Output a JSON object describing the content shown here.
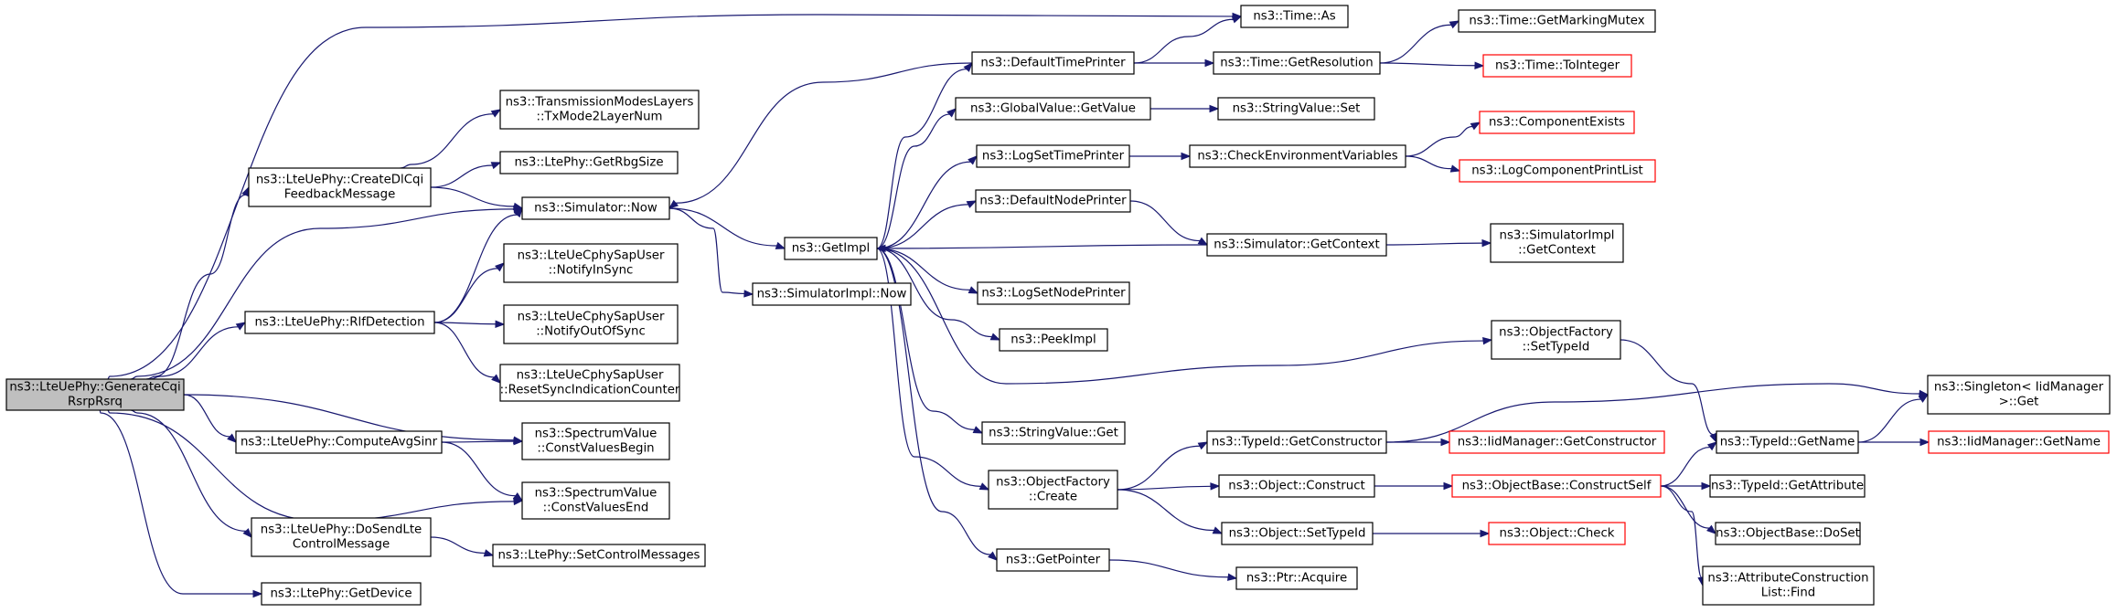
{
  "graph": {
    "nodes": [
      {
        "id": "root",
        "lines": [
          "ns3::LteUePhy::GenerateCqi",
          "RsrpRsrq"
        ],
        "style": "root"
      },
      {
        "id": "timeAs",
        "lines": [
          "ns3::Time::As"
        ],
        "style": "normal"
      },
      {
        "id": "txMode",
        "lines": [
          "ns3::TransmissionModesLayers",
          "::TxMode2LayerNum"
        ],
        "style": "normal"
      },
      {
        "id": "createDlCqi",
        "lines": [
          "ns3::LteUePhy::CreateDlCqi",
          "FeedbackMessage"
        ],
        "style": "normal"
      },
      {
        "id": "getRbgSize",
        "lines": [
          "ns3::LtePhy::GetRbgSize"
        ],
        "style": "normal"
      },
      {
        "id": "simNow",
        "lines": [
          "ns3::Simulator::Now"
        ],
        "style": "normal"
      },
      {
        "id": "notifyInSync",
        "lines": [
          "ns3::LteUeCphySapUser",
          "::NotifyInSync"
        ],
        "style": "normal"
      },
      {
        "id": "rlf",
        "lines": [
          "ns3::LteUePhy::RlfDetection"
        ],
        "style": "normal"
      },
      {
        "id": "notifyOutOfSync",
        "lines": [
          "ns3::LteUeCphySapUser",
          "::NotifyOutOfSync"
        ],
        "style": "normal"
      },
      {
        "id": "resetSync",
        "lines": [
          "ns3::LteUeCphySapUser",
          "::ResetSyncIndicationCounter"
        ],
        "style": "normal"
      },
      {
        "id": "computeAvg",
        "lines": [
          "ns3::LteUePhy::ComputeAvgSinr"
        ],
        "style": "normal"
      },
      {
        "id": "cvBegin",
        "lines": [
          "ns3::SpectrumValue",
          "::ConstValuesBegin"
        ],
        "style": "normal"
      },
      {
        "id": "cvEnd",
        "lines": [
          "ns3::SpectrumValue",
          "::ConstValuesEnd"
        ],
        "style": "normal"
      },
      {
        "id": "doSend",
        "lines": [
          "ns3::LteUePhy::DoSendLte",
          "ControlMessage"
        ],
        "style": "normal"
      },
      {
        "id": "setCtrl",
        "lines": [
          "ns3::LtePhy::SetControlMessages"
        ],
        "style": "normal"
      },
      {
        "id": "getDevice",
        "lines": [
          "ns3::LtePhy::GetDevice"
        ],
        "style": "normal"
      },
      {
        "id": "getImpl",
        "lines": [
          "ns3::GetImpl"
        ],
        "style": "normal"
      },
      {
        "id": "simImplNow",
        "lines": [
          "ns3::SimulatorImpl::Now"
        ],
        "style": "normal"
      },
      {
        "id": "defTimePrinter",
        "lines": [
          "ns3::DefaultTimePrinter"
        ],
        "style": "normal"
      },
      {
        "id": "gvGetValue",
        "lines": [
          "ns3::GlobalValue::GetValue"
        ],
        "style": "normal"
      },
      {
        "id": "logSetTime",
        "lines": [
          "ns3::LogSetTimePrinter"
        ],
        "style": "normal"
      },
      {
        "id": "defNodePrinter",
        "lines": [
          "ns3::DefaultNodePrinter"
        ],
        "style": "normal"
      },
      {
        "id": "logSetNode",
        "lines": [
          "ns3::LogSetNodePrinter"
        ],
        "style": "normal"
      },
      {
        "id": "peekImpl",
        "lines": [
          "ns3::PeekImpl"
        ],
        "style": "normal"
      },
      {
        "id": "svGet",
        "lines": [
          "ns3::StringValue::Get"
        ],
        "style": "normal"
      },
      {
        "id": "ofCreate",
        "lines": [
          "ns3::ObjectFactory",
          "::Create"
        ],
        "style": "normal"
      },
      {
        "id": "getPointer",
        "lines": [
          "ns3::GetPointer"
        ],
        "style": "normal"
      },
      {
        "id": "timeGetRes",
        "lines": [
          "ns3::Time::GetResolution"
        ],
        "style": "normal"
      },
      {
        "id": "svSet",
        "lines": [
          "ns3::StringValue::Set"
        ],
        "style": "normal"
      },
      {
        "id": "checkEnv",
        "lines": [
          "ns3::CheckEnvironmentVariables"
        ],
        "style": "normal"
      },
      {
        "id": "simGetContext",
        "lines": [
          "ns3::Simulator::GetContext"
        ],
        "style": "normal"
      },
      {
        "id": "ofSetTypeId",
        "lines": [
          "ns3::ObjectFactory",
          "::SetTypeId"
        ],
        "style": "normal"
      },
      {
        "id": "typeIdGetCtor",
        "lines": [
          "ns3::TypeId::GetConstructor"
        ],
        "style": "normal"
      },
      {
        "id": "objConstruct",
        "lines": [
          "ns3::Object::Construct"
        ],
        "style": "normal"
      },
      {
        "id": "objSetTypeId",
        "lines": [
          "ns3::Object::SetTypeId"
        ],
        "style": "normal"
      },
      {
        "id": "ptrAcquire",
        "lines": [
          "ns3::Ptr::Acquire"
        ],
        "style": "normal"
      },
      {
        "id": "getMarkingMutex",
        "lines": [
          "ns3::Time::GetMarkingMutex"
        ],
        "style": "normal"
      },
      {
        "id": "toInteger",
        "lines": [
          "ns3::Time::ToInteger"
        ],
        "style": "truncated"
      },
      {
        "id": "compExists",
        "lines": [
          "ns3::ComponentExists"
        ],
        "style": "truncated"
      },
      {
        "id": "logCompPrint",
        "lines": [
          "ns3::LogComponentPrintList"
        ],
        "style": "truncated"
      },
      {
        "id": "simImplGetCtx",
        "lines": [
          "ns3::SimulatorImpl",
          "::GetContext"
        ],
        "style": "normal"
      },
      {
        "id": "iidGetCtor",
        "lines": [
          "ns3::IidManager::GetConstructor"
        ],
        "style": "truncated"
      },
      {
        "id": "obConstructSelf",
        "lines": [
          "ns3::ObjectBase::ConstructSelf"
        ],
        "style": "truncated"
      },
      {
        "id": "objCheck",
        "lines": [
          "ns3::Object::Check"
        ],
        "style": "truncated"
      },
      {
        "id": "singletonGet",
        "lines": [
          "ns3::Singleton< IidManager",
          " >::Get"
        ],
        "style": "normal"
      },
      {
        "id": "typeIdGetName",
        "lines": [
          "ns3::TypeId::GetName"
        ],
        "style": "normal"
      },
      {
        "id": "iidGetName",
        "lines": [
          "ns3::IidManager::GetName"
        ],
        "style": "truncated"
      },
      {
        "id": "typeIdGetAttr",
        "lines": [
          "ns3::TypeId::GetAttribute"
        ],
        "style": "normal"
      },
      {
        "id": "obDoSet",
        "lines": [
          "ns3::ObjectBase::DoSet"
        ],
        "style": "normal"
      },
      {
        "id": "attrFind",
        "lines": [
          "ns3::AttributeConstruction",
          "List::Find"
        ],
        "style": "normal"
      }
    ],
    "edges": [
      [
        "root",
        "timeAs"
      ],
      [
        "root",
        "createDlCqi"
      ],
      [
        "root",
        "simNow"
      ],
      [
        "root",
        "rlf"
      ],
      [
        "root",
        "computeAvg"
      ],
      [
        "root",
        "cvBegin"
      ],
      [
        "root",
        "cvEnd"
      ],
      [
        "root",
        "doSend"
      ],
      [
        "root",
        "getDevice"
      ],
      [
        "createDlCqi",
        "txMode"
      ],
      [
        "createDlCqi",
        "getRbgSize"
      ],
      [
        "createDlCqi",
        "simNow"
      ],
      [
        "rlf",
        "simNow"
      ],
      [
        "rlf",
        "notifyInSync"
      ],
      [
        "rlf",
        "notifyOutOfSync"
      ],
      [
        "rlf",
        "resetSync"
      ],
      [
        "computeAvg",
        "cvBegin"
      ],
      [
        "computeAvg",
        "cvEnd"
      ],
      [
        "doSend",
        "setCtrl"
      ],
      [
        "simNow",
        "getImpl"
      ],
      [
        "simNow",
        "simImplNow"
      ],
      [
        "getImpl",
        "defTimePrinter"
      ],
      [
        "getImpl",
        "gvGetValue"
      ],
      [
        "getImpl",
        "logSetTime"
      ],
      [
        "getImpl",
        "defNodePrinter"
      ],
      [
        "getImpl",
        "logSetNode"
      ],
      [
        "getImpl",
        "peekImpl"
      ],
      [
        "getImpl",
        "svGet"
      ],
      [
        "getImpl",
        "ofCreate"
      ],
      [
        "getImpl",
        "getPointer"
      ],
      [
        "getImpl",
        "ofSetTypeId"
      ],
      [
        "defTimePrinter",
        "simNow"
      ],
      [
        "defTimePrinter",
        "timeAs"
      ],
      [
        "defTimePrinter",
        "timeGetRes"
      ],
      [
        "timeGetRes",
        "getMarkingMutex"
      ],
      [
        "timeGetRes",
        "toInteger"
      ],
      [
        "gvGetValue",
        "svSet"
      ],
      [
        "logSetTime",
        "checkEnv"
      ],
      [
        "checkEnv",
        "compExists"
      ],
      [
        "checkEnv",
        "logCompPrint"
      ],
      [
        "defNodePrinter",
        "simGetContext"
      ],
      [
        "simGetContext",
        "getImpl"
      ],
      [
        "simGetContext",
        "simImplGetCtx"
      ],
      [
        "ofSetTypeId",
        "typeIdGetName"
      ],
      [
        "ofCreate",
        "typeIdGetCtor"
      ],
      [
        "ofCreate",
        "objConstruct"
      ],
      [
        "ofCreate",
        "objSetTypeId"
      ],
      [
        "typeIdGetCtor",
        "singletonGet"
      ],
      [
        "typeIdGetCtor",
        "iidGetCtor"
      ],
      [
        "objConstruct",
        "obConstructSelf"
      ],
      [
        "objSetTypeId",
        "objCheck"
      ],
      [
        "getPointer",
        "ptrAcquire"
      ],
      [
        "obConstructSelf",
        "typeIdGetName"
      ],
      [
        "obConstructSelf",
        "typeIdGetAttr"
      ],
      [
        "obConstructSelf",
        "obDoSet"
      ],
      [
        "obConstructSelf",
        "attrFind"
      ],
      [
        "typeIdGetName",
        "singletonGet"
      ],
      [
        "typeIdGetName",
        "iidGetName"
      ]
    ]
  }
}
